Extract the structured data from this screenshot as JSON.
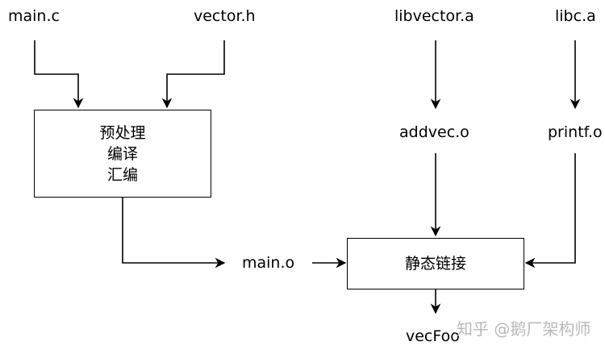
{
  "diagram": {
    "inputs": {
      "main_c": "main.c",
      "vector_h": "vector.h",
      "libvector_a": "libvector.a",
      "libc_a": "libc.a"
    },
    "compile_box": {
      "line1": "预处理",
      "line2": "编译",
      "line3": "汇编"
    },
    "objects": {
      "addvec_o": "addvec.o",
      "printf_o": "printf.o",
      "main_o": "main.o"
    },
    "link_box": "静态链接",
    "output": "vecFoo"
  },
  "watermark": "知乎 @鹅厂架构师"
}
